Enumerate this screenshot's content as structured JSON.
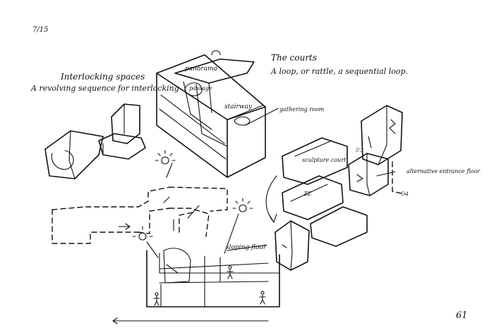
{
  "page": {
    "date": "7/15",
    "page_number": "61"
  },
  "notes": {
    "top_left_line1": "Interlocking spaces",
    "top_left_line2": "A revolving sequence for interlocking",
    "top_right_line1": "The courts",
    "top_right_line2": "A loop, or rattle, a sequential loop."
  },
  "labels": {
    "panorama": "panorama",
    "passage": "passage",
    "stairway": "stairway",
    "gathering_room": "gathering room",
    "sculpture_court": "sculpture court",
    "sloping_floor": "sloping floor",
    "alternative_entrance": "alternative entrance floor",
    "hatch_label": "ZZ"
  }
}
